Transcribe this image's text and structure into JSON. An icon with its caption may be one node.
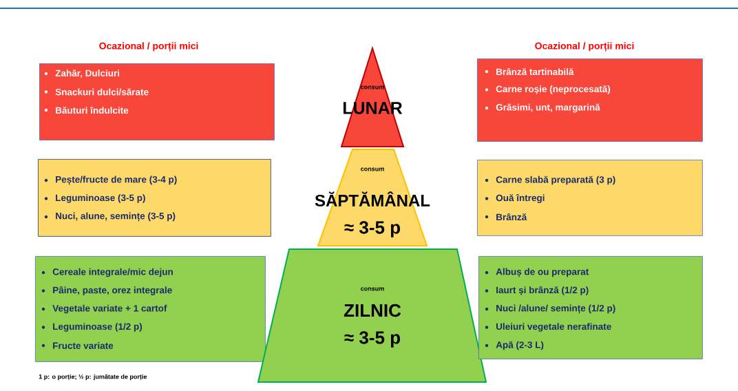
{
  "diagram": {
    "nodes": [
      {
        "text": [
          "Ocazional / porții mici",
          "Zahăr, Dulciuri",
          "Snackuri dulci/sărate",
          "Băuturi îndulcite"
        ]
      },
      {
        "text": [
          "consum",
          "LUNAR"
        ]
      },
      {
        "text": [
          "Ocazional / porții mici",
          "Brânză tartinabilă",
          "Carne roșie (neprocesată)",
          "Grăsimi, unt, margarină"
        ]
      },
      {
        "text": [
          "Pește/fructe de mare (3-4 p)",
          "Leguminoase (3-5 p)",
          "Nuci, alune, semințe (3-5 p)"
        ]
      },
      {
        "text": [
          "consum",
          "SĂPTĂMÂNAL",
          "≈ 3-5 p"
        ]
      },
      {
        "text": [
          "Carne slabă preparată (3 p)",
          "Ouă întregi",
          "Brânză"
        ]
      },
      {
        "text": [
          "Cereale integrale/mic dejun",
          "Pâine, paste, orez integrale",
          "Vegetale variate + 1 cartof",
          "Leguminoase (1/2 p)",
          "Fructe variate"
        ]
      },
      {
        "text": [
          "consum",
          "ZILNIC",
          "≈ 3-5 p"
        ]
      },
      {
        "text": [
          "Albuș de ou preparat",
          "Iaurt și brânză (1/2 p)",
          "Nuci /alune/ semințe (1/2 p)",
          "Uleiuri vegetale nerafinate",
          "Apă (2-3 L)"
        ]
      }
    ],
    "labels": [
      "1 p: o porție; ½ p: jumătate de porție"
    ]
  }
}
